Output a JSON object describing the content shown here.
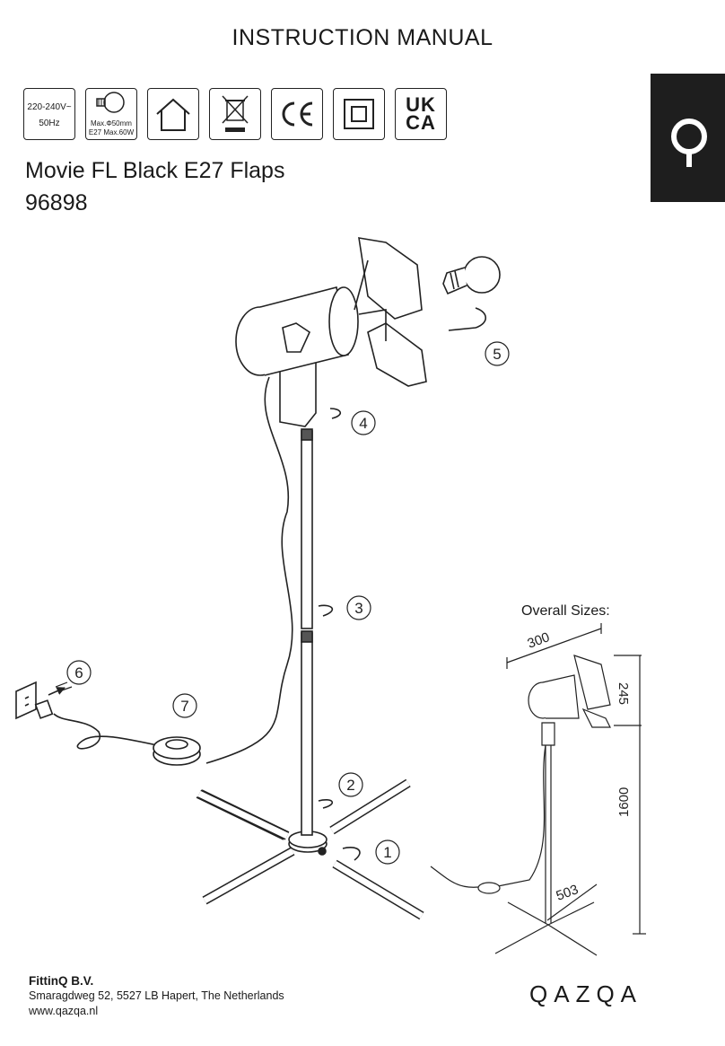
{
  "header": {
    "title": "INSTRUCTION MANUAL"
  },
  "icons": {
    "voltage": {
      "line1": "220-240V~",
      "line2": "50Hz"
    },
    "bulb": {
      "line1": "Max.Φ50mm",
      "line2": "E27 Max.60W"
    },
    "ukca": {
      "line1": "UK",
      "line2": "CA"
    }
  },
  "product": {
    "name": "Movie FL Black E27 Flaps",
    "code": "96898"
  },
  "steps": [
    "1",
    "2",
    "3",
    "4",
    "5",
    "6",
    "7"
  ],
  "dimensions": {
    "label": "Overall Sizes:",
    "width": "300",
    "depth": "245",
    "height": "1600",
    "base": "503"
  },
  "footer": {
    "company": "FittinQ B.V.",
    "address": "Smaragdweg 52, 5527 LB Hapert, The Netherlands",
    "website": "www.qazqa.nl"
  },
  "brand": {
    "wordmark": "QAZQA"
  }
}
